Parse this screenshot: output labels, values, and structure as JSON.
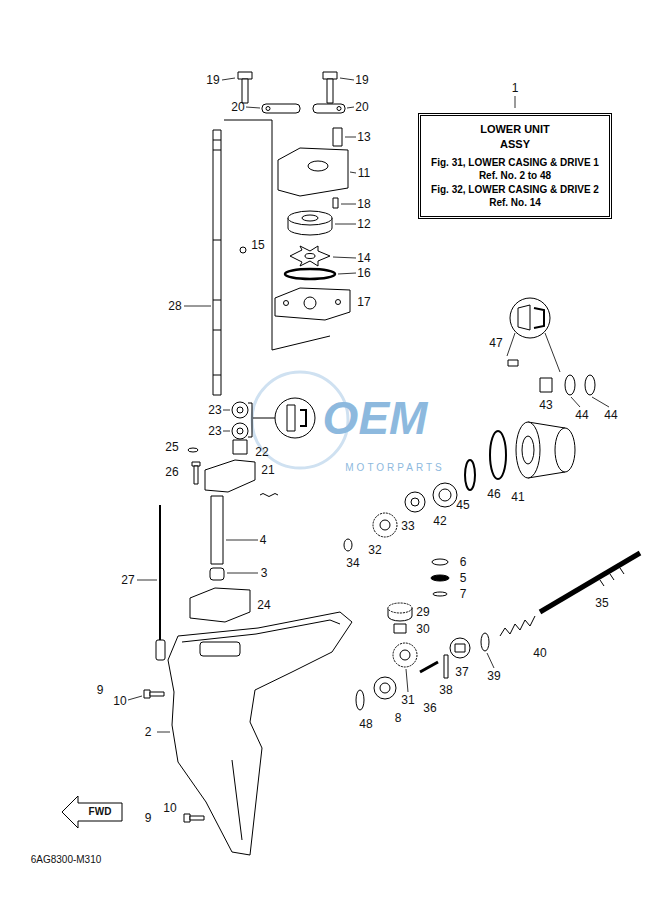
{
  "diagram": {
    "nodes": [
      {
        "text": [
          "LOWER UNIT",
          "ASSY",
          "Fig. 31, LOWER CASING & DRIVE 1",
          "Ref. No. 2 to 48",
          "Fig. 32, LOWER CASING & DRIVE 2",
          "Ref. No. 14"
        ]
      }
    ],
    "labels": [
      "1",
      "19",
      "19",
      "20",
      "20",
      "13",
      "11",
      "18",
      "12",
      "15",
      "14",
      "16",
      "17",
      "28",
      "47",
      "23",
      "23",
      "43",
      "44",
      "44",
      "25",
      "22",
      "26",
      "21",
      "41",
      "46",
      "45",
      "42",
      "33",
      "32",
      "34",
      "4",
      "6",
      "5",
      "7",
      "3",
      "27",
      "24",
      "29",
      "30",
      "35",
      "40",
      "37",
      "39",
      "38",
      "36",
      "31",
      "9",
      "10",
      "8",
      "48",
      "2",
      "10",
      "9",
      "FWD",
      "6AG8300-M310",
      "OEM",
      "MOTORPARTS"
    ]
  }
}
